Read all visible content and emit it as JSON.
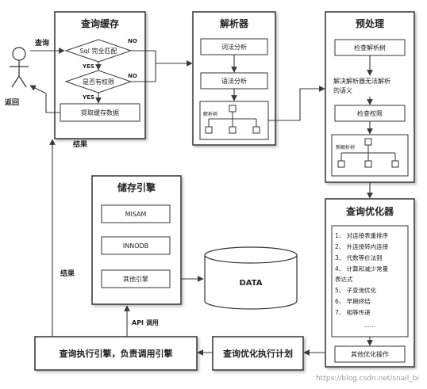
{
  "actor": {
    "query_label": "查询",
    "return_label": "返回"
  },
  "cache": {
    "title": "查询缓存",
    "q_match": "Sql 完全匹配",
    "q_perm": "是否有权限",
    "yes1": "YES",
    "yes2": "YES",
    "no1": "NO",
    "no2": "NO",
    "fetch": "提取缓存数据",
    "result": "结果"
  },
  "parser": {
    "title": "解析器",
    "lexical": "词法分析",
    "syntax": "语法分析",
    "tree_label": "解析树"
  },
  "preprocess": {
    "title": "预处理",
    "check_tree": "检查解析树",
    "resolve_line1": "解决解析器无法解析",
    "resolve_line2": "的语义",
    "check_perm": "检查权限",
    "tree_label": "新解析树"
  },
  "optimizer": {
    "title": "查询优化器",
    "items": [
      "1、 对连接表重排序",
      "2、 外连接转内连接",
      "3、 代数等价法则",
      "4、 计算和减少常量",
      "表达式",
      "5、 子查询优化",
      "6、 早期终结",
      "7、 相等传递",
      "......"
    ],
    "other": "其他优化操作"
  },
  "plan": {
    "label": "查询优化执行计划"
  },
  "executor": {
    "label": "查询执行引擎，负责调用引擎",
    "api_label": "API 调用"
  },
  "storage": {
    "title": "储存引擎",
    "myisam": "MISAM",
    "innodb": "INNODB",
    "other": "其他引擎",
    "result": "结果"
  },
  "data": {
    "label": "DATA"
  },
  "watermark": "https://blog.csdn.net/snail_bi"
}
